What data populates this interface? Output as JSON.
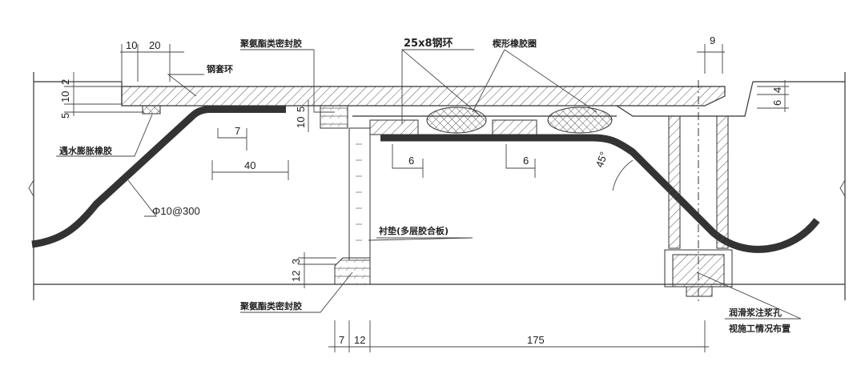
{
  "labels": {
    "steel_sleeve_ring": "钢套环",
    "pu_sealant_top": "聚氨酯类密封胶",
    "steel_ring": "25x8钢环",
    "wedge_rubber_ring": "楔形橡胶圈",
    "water_swelling_rubber": "遇水膨胀橡胶",
    "rebar": "Φ10@300",
    "packing": "衬垫(多层胶合板)",
    "pu_sealant_bottom": "聚氨酯类密封胶",
    "grout_hole": "润滑浆注浆孔",
    "grout_hole_note": "视施工情况布置"
  },
  "dimensions": {
    "top_10": "10",
    "top_20": "20",
    "left_2": "2",
    "left_10": "10",
    "left_5": "5",
    "mid_5": "5",
    "mid_10": "10",
    "weld_7": "7",
    "len_40": "40",
    "weld_6a": "6",
    "weld_6b": "6",
    "angle": "45°",
    "right_9": "9",
    "right_4": "4",
    "right_6": "6",
    "bot_12": "12",
    "bot_3": "3",
    "base_7": "7",
    "base_12": "12",
    "base_175": "175"
  }
}
